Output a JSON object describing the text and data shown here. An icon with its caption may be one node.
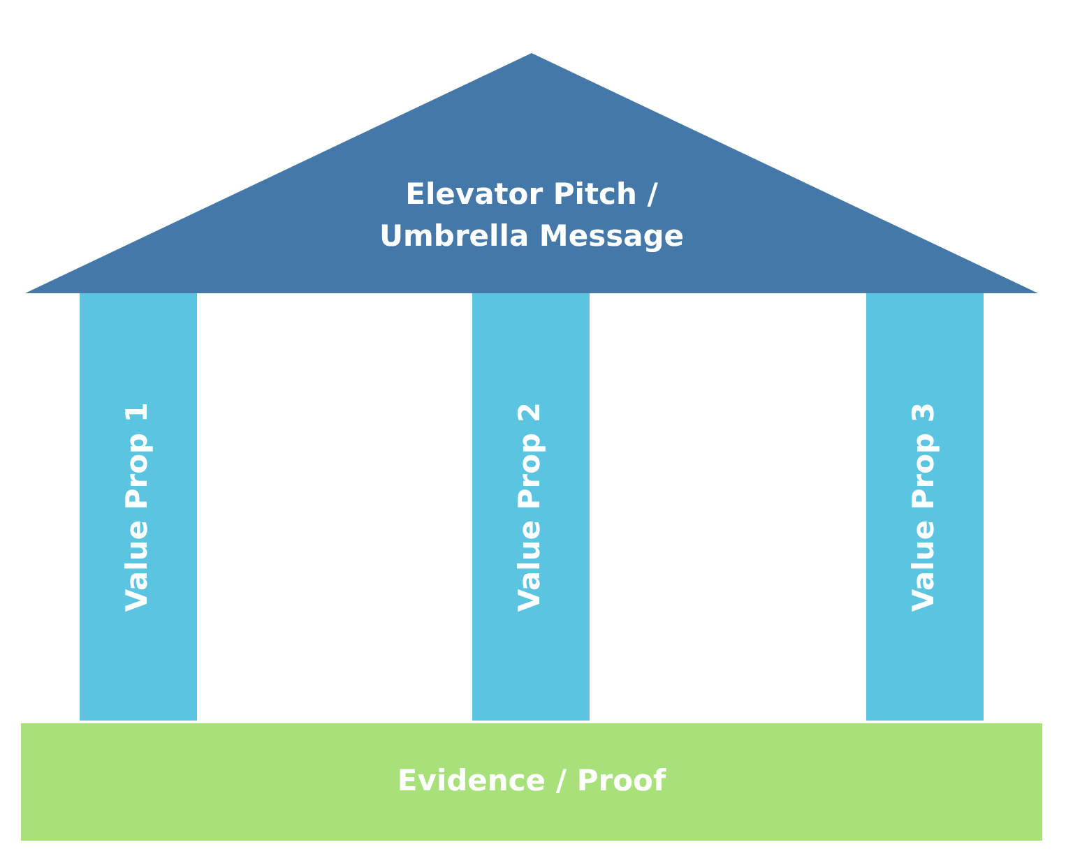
{
  "diagram": {
    "nodes": [
      {
        "text": [
          "Elevator Pitch / Umbrella Message"
        ]
      },
      {
        "text": [
          "Value Prop 1"
        ]
      },
      {
        "text": [
          "Value Prop 2"
        ]
      },
      {
        "text": [
          "Value Prop 3"
        ]
      },
      {
        "text": [
          "Evidence / Proof"
        ]
      }
    ]
  }
}
